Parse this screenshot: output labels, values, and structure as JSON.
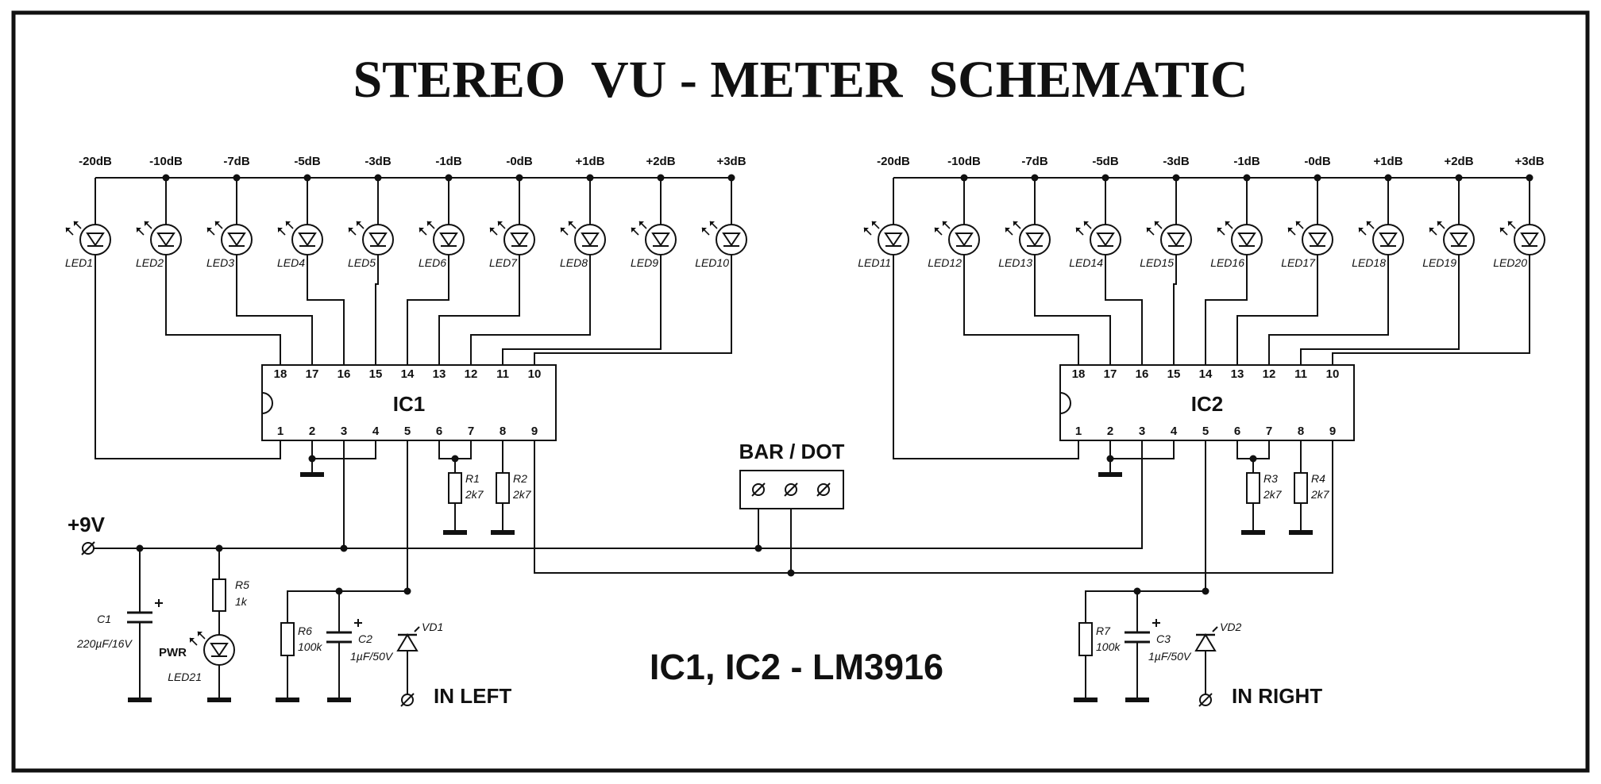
{
  "title": "STEREO  VU - METER  SCHEMATIC",
  "subtitle": "IC1, IC2 - LM3916",
  "db_labels": [
    "-20dB",
    "-10dB",
    "-7dB",
    "-5dB",
    "-3dB",
    "-1dB",
    "-0dB",
    "+1dB",
    "+2dB",
    "+3dB"
  ],
  "led_left": [
    "LED1",
    "LED2",
    "LED3",
    "LED4",
    "LED5",
    "LED6",
    "LED7",
    "LED8",
    "LED9",
    "LED10"
  ],
  "led_right": [
    "LED11",
    "LED12",
    "LED13",
    "LED14",
    "LED15",
    "LED16",
    "LED17",
    "LED18",
    "LED19",
    "LED20"
  ],
  "ic_left": "IC1",
  "ic_right": "IC2",
  "pins_top": [
    "18",
    "17",
    "16",
    "15",
    "14",
    "13",
    "12",
    "11",
    "10"
  ],
  "pins_bottom": [
    "1",
    "2",
    "3",
    "4",
    "5",
    "6",
    "7",
    "8",
    "9"
  ],
  "switch_label": "BAR / DOT",
  "supply_label": "+9V",
  "in_left": "IN LEFT",
  "in_right": "IN RIGHT",
  "power_led": {
    "label": "PWR",
    "ref": "LED21"
  },
  "components": {
    "c1": {
      "ref": "C1",
      "value": "220µF/16V"
    },
    "r5": {
      "ref": "R5",
      "value": "1k"
    },
    "r6": {
      "ref": "R6",
      "value": "100k"
    },
    "c2": {
      "ref": "C2",
      "value": "1µF/50V"
    },
    "vd1": {
      "ref": "VD1"
    },
    "r1": {
      "ref": "R1",
      "value": "2k7"
    },
    "r2": {
      "ref": "R2",
      "value": "2k7"
    },
    "r3": {
      "ref": "R3",
      "value": "2k7"
    },
    "r4": {
      "ref": "R4",
      "value": "2k7"
    },
    "r7": {
      "ref": "R7",
      "value": "100k"
    },
    "c3": {
      "ref": "C3",
      "value": "1µF/50V"
    },
    "vd2": {
      "ref": "VD2"
    }
  }
}
